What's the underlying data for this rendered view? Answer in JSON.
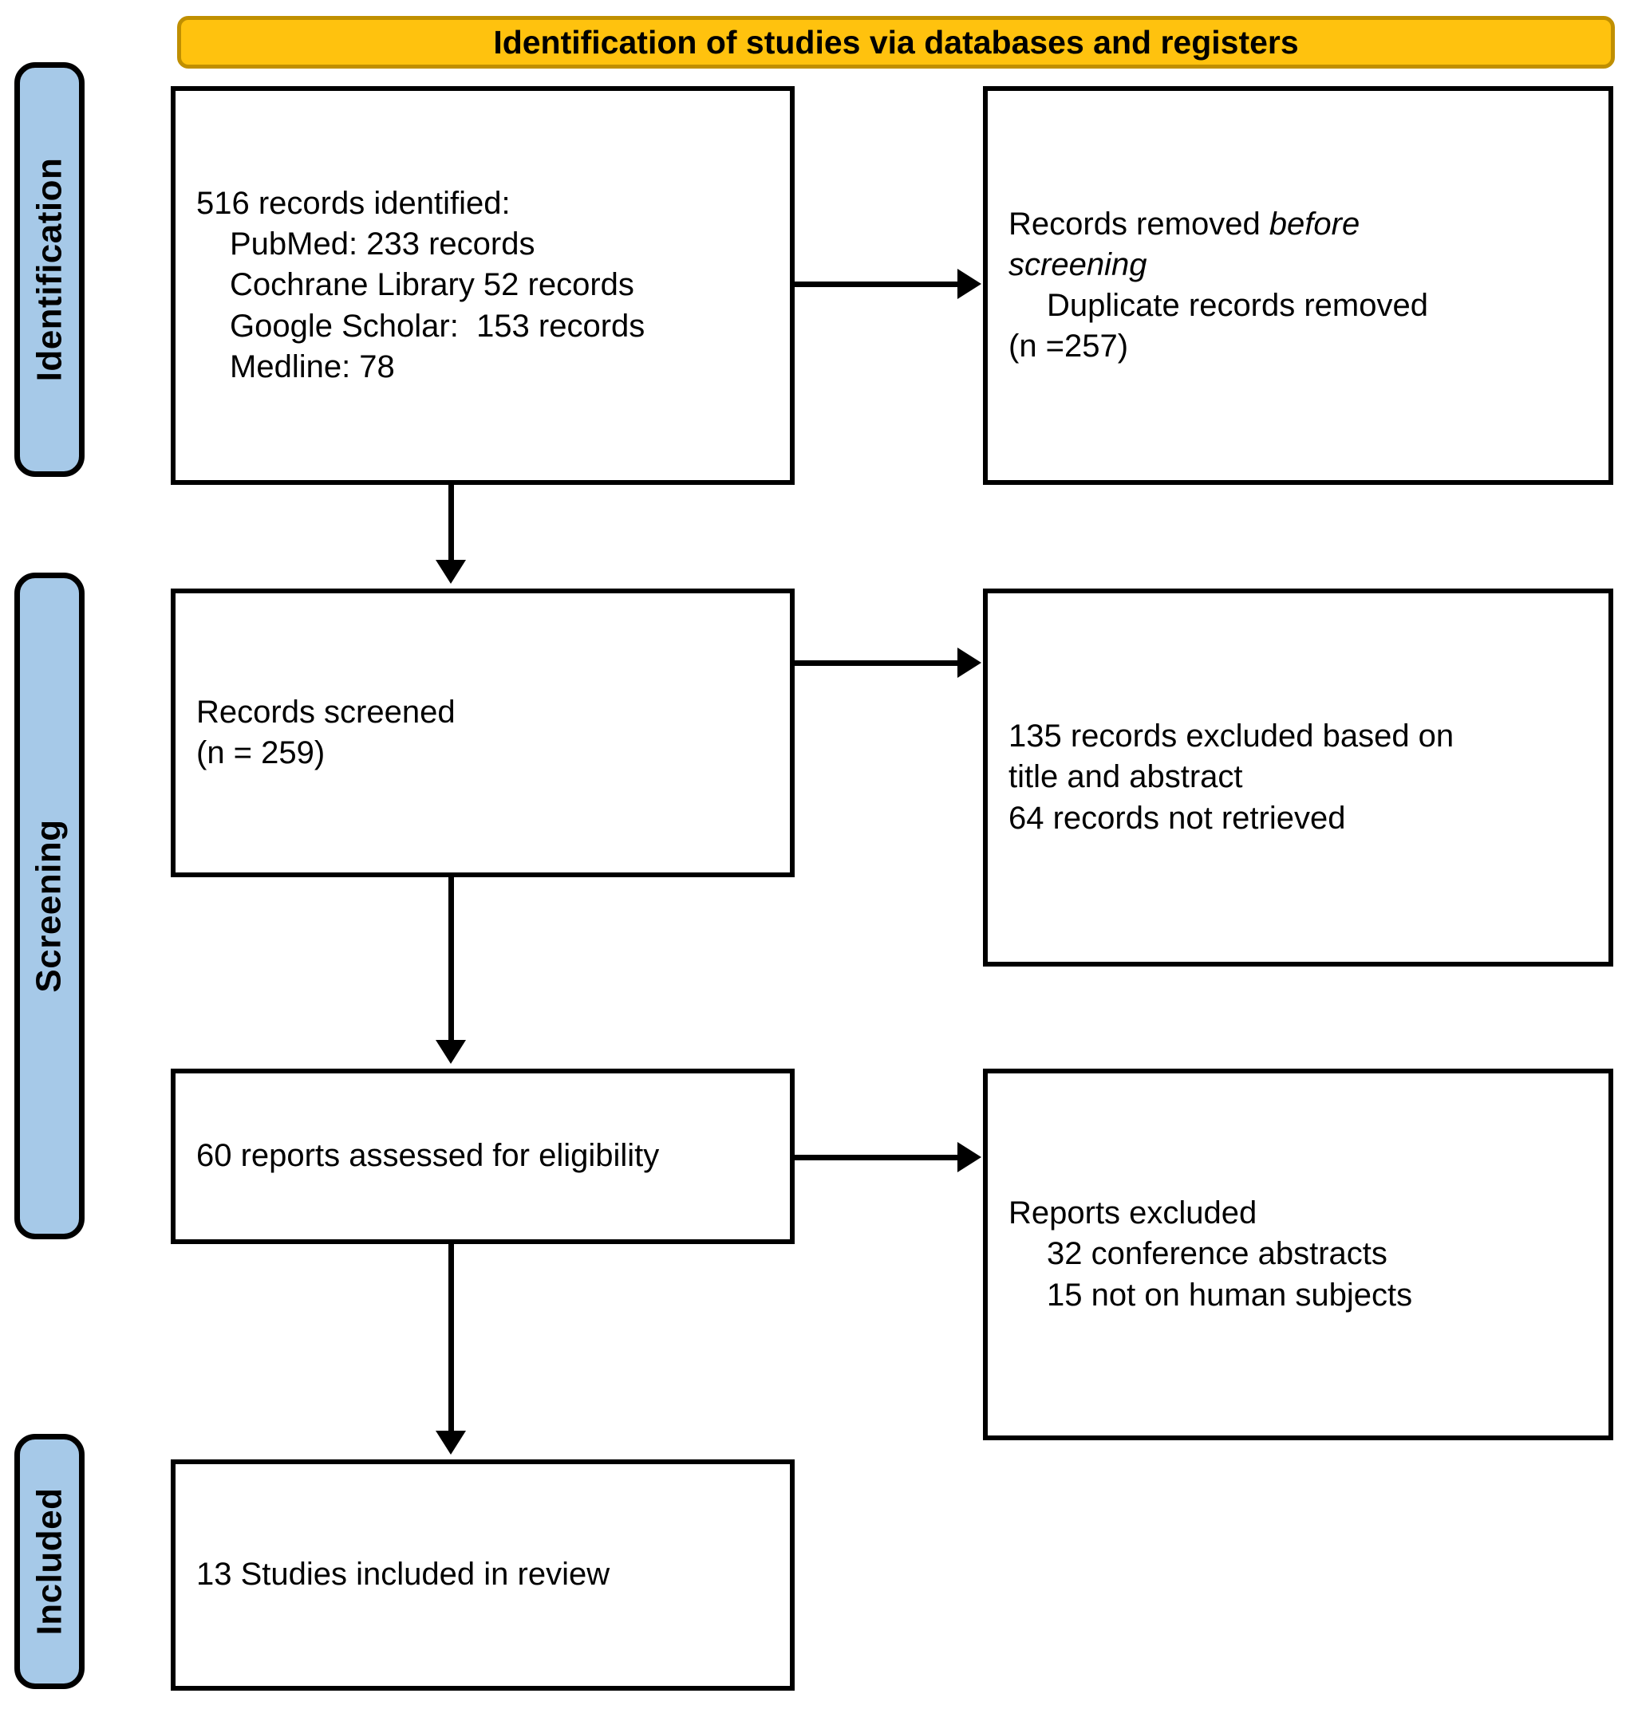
{
  "diagram": {
    "type": "prisma-flow-diagram",
    "banner": {
      "title": "Identification of studies via databases and registers",
      "color": "#ffc20e"
    },
    "stages": [
      {
        "key": "identification",
        "label": "Identification",
        "color": "#a6c9e8"
      },
      {
        "key": "screening",
        "label": "Screening",
        "color": "#a6c9e8"
      },
      {
        "key": "included",
        "label": "Included",
        "color": "#a6c9e8"
      }
    ],
    "boxes": {
      "records_identified": {
        "l1": "516 records identified:",
        "l2": "PubMed: 233 records",
        "l3": "Cochrane Library 52 records",
        "l4": "Google Scholar:  153 records",
        "l5": "Medline: 78"
      },
      "records_removed": {
        "l1_a": "Records removed ",
        "l1_b": "before",
        "l2": "screening",
        "l3": "Duplicate records removed",
        "l4": "(n =257)"
      },
      "records_screened": {
        "l1": "Records screened",
        "l2": "(n = 259)"
      },
      "records_excluded": {
        "l1": "135 records excluded based on",
        "l2": "title and abstract",
        "l3": "64 records not retrieved"
      },
      "reports_assessed": {
        "l1": "60 reports assessed for eligibility"
      },
      "reports_excluded": {
        "l1": "Reports excluded",
        "l2": "32 conference abstracts",
        "l3": "15 not on human subjects"
      },
      "studies_included": {
        "l1": "13 Studies included in review"
      }
    }
  }
}
